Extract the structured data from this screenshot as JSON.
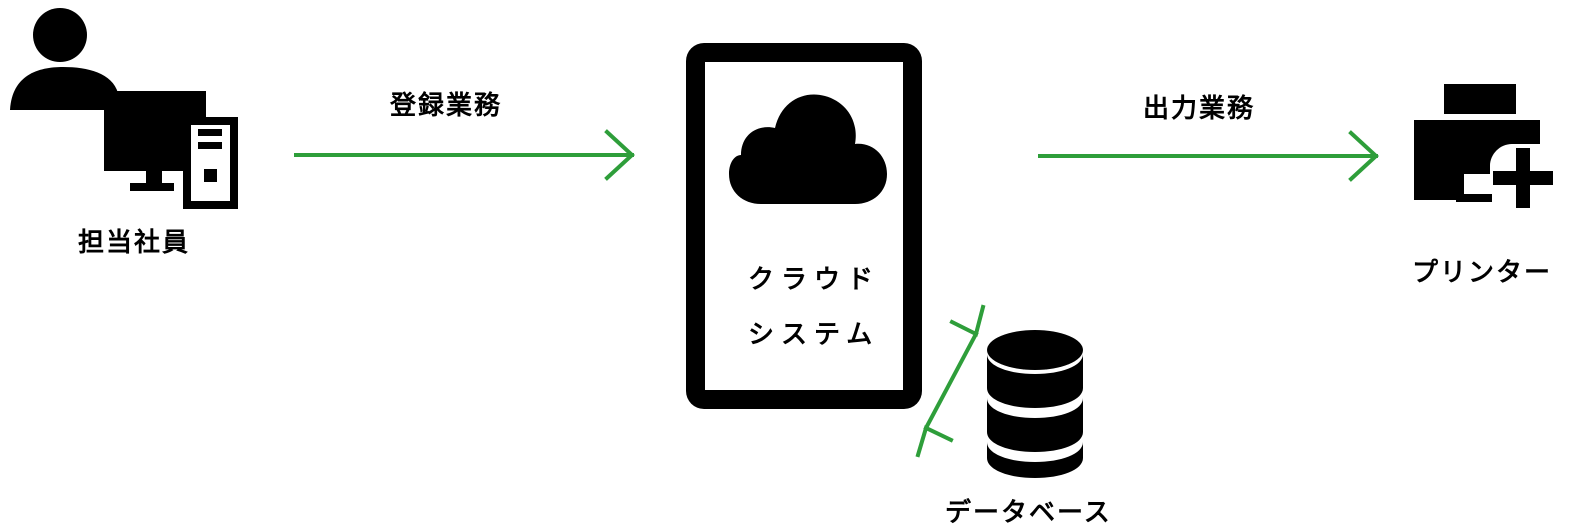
{
  "nodes": {
    "employee": {
      "label": "担当社員",
      "icon": "employee-at-desk-icon"
    },
    "cloud": {
      "label_line1": "クラウド",
      "label_line2": "システム",
      "icon": "cloud-icon"
    },
    "printer": {
      "label": "プリンター",
      "icon": "printer-add-icon"
    },
    "database": {
      "label": "データベース",
      "icon": "database-icon"
    }
  },
  "edges": {
    "register": {
      "label": "登録業務",
      "from": "employee",
      "to": "cloud"
    },
    "output": {
      "label": "出力業務",
      "from": "cloud",
      "to": "printer"
    },
    "db_link": {
      "label": "",
      "from": "cloud",
      "to": "database",
      "bidirectional": true
    }
  },
  "colors": {
    "arrow": "#2e9e3a",
    "icon": "#000000",
    "background": "#ffffff"
  }
}
